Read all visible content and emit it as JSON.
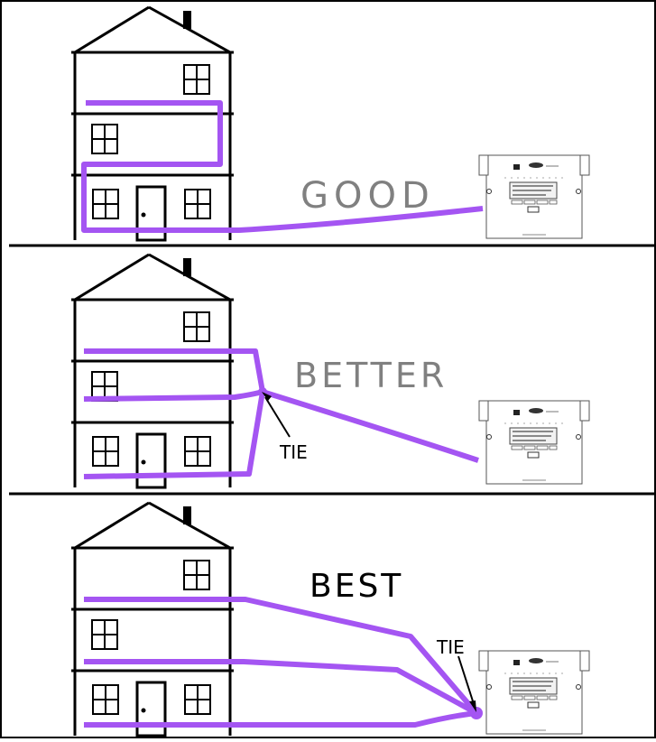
{
  "panels": [
    {
      "label": "GOOD",
      "tie_label": ""
    },
    {
      "label": "BETTER",
      "tie_label": "TIE"
    },
    {
      "label": "BEST",
      "tie_label": "TIE"
    }
  ],
  "colors": {
    "wire": "#a455f2",
    "label_good": "#808080",
    "label_better": "#808080",
    "label_best": "#000000",
    "line": "#000000"
  },
  "controller": {
    "display_line1": "Jan 01 1999  00:00:00",
    "display_line2": "ZONE 1  OFF",
    "display_line3": "Moisture  ---"
  },
  "icons": [
    "house-icon",
    "window-icon",
    "door-icon",
    "chimney-icon",
    "controller-icon"
  ]
}
